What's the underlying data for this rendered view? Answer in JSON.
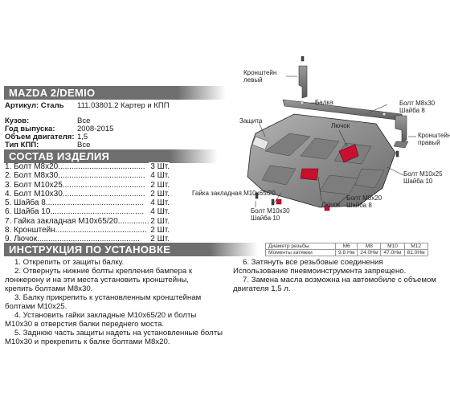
{
  "title": "MAZDA 2/DEMIO",
  "specs": [
    {
      "label": "Артикул: Сталь",
      "value": "111.03801.2 Картер и КПП"
    },
    {
      "label": "Кузов:",
      "value": "Все"
    },
    {
      "label": "Год выпуска:",
      "value": "2008-2015"
    },
    {
      "label": "Объем двигателя:",
      "value": "1,5"
    },
    {
      "label": "Тип КПП:",
      "value": "Все"
    }
  ],
  "parts_heading": "СОСТАВ ИЗДЕЛИЯ",
  "parts": [
    {
      "name": "1. Болт М8х20.......................................",
      "qty": "3 Шт."
    },
    {
      "name": "2. Болт М8х30.......................................",
      "qty": "4 Шт."
    },
    {
      "name": "3. Болт М10х25.....................................",
      "qty": "2 Шт."
    },
    {
      "name": "4. Болт М10х30.....................................",
      "qty": "2 Шт."
    },
    {
      "name": "5. Шайба 8............................................",
      "qty": "4 Шт."
    },
    {
      "name": "6. Шайба 10..........................................",
      "qty": "4 Шт."
    },
    {
      "name": "7. Гайка закладная М10х65/20.....................",
      "qty": "2 Шт."
    },
    {
      "name": "8. Кронштейн.........................................",
      "qty": "2 Шт."
    },
    {
      "name": "9. Лючок..............................................",
      "qty": "2 Шт."
    }
  ],
  "callouts": {
    "bracket_left": "Кронштейн\nлевый",
    "beam": "Балка",
    "bolt_m8x30": "Болт М8х30\nШайба 8",
    "protection": "Защита",
    "hatch_top": "Лючок",
    "bracket_right": "Кронштейн\nправый",
    "bolt_m10x25": "Болт М10х25\nШайба 10",
    "nut": "Гайка закладная М10х65/20",
    "bolt_m8x20": "Болт М8х20\nШайба 8",
    "bolt_m10x30": "Болт М10х30\nШайба 10",
    "hatch_bottom": "Лючок"
  },
  "instructions_heading": "ИНСТРУКЦИЯ ПО УСТАНОВКЕ",
  "instructions_left": [
    "1. Открепить от защиты балку.",
    "2. Отвернуть нижние болты крепления бампера к",
    "лонжерону и на эти места установить кронштейны,",
    "крепить болтами М8х30.",
    "3. Балку прикрепить к установленным кронштейнам",
    "болтами М10х25.",
    "4. Установить гайки закладные М10х65/20 и болты",
    "М10х30 в отверстия балки переднего моста.",
    "5. Заднюю часть защиты надеть на установленные болты",
    "М10х30 и прекрепить к балке болтами М8х20."
  ],
  "instructions_right": [
    "6. Затянуть все резьбовые соединения",
    "Использование пневмоинструмента запрещено.",
    "7. Замена масла возможна на автомобиле с объемом",
    "двигателя 1,5 л."
  ],
  "torque_table": {
    "rows": [
      [
        "Диаметр резьбы",
        "М6",
        "М8",
        "М10",
        "М12"
      ],
      [
        "Моменты затяжки",
        "9.8 Нм",
        "24.0Нм",
        "47.0Нм",
        "81.0Нм"
      ]
    ]
  },
  "colors": {
    "header_bg": "#6e6e6e",
    "plate_fill": "#8a8a8a",
    "hatch_red": "#c8102e"
  }
}
